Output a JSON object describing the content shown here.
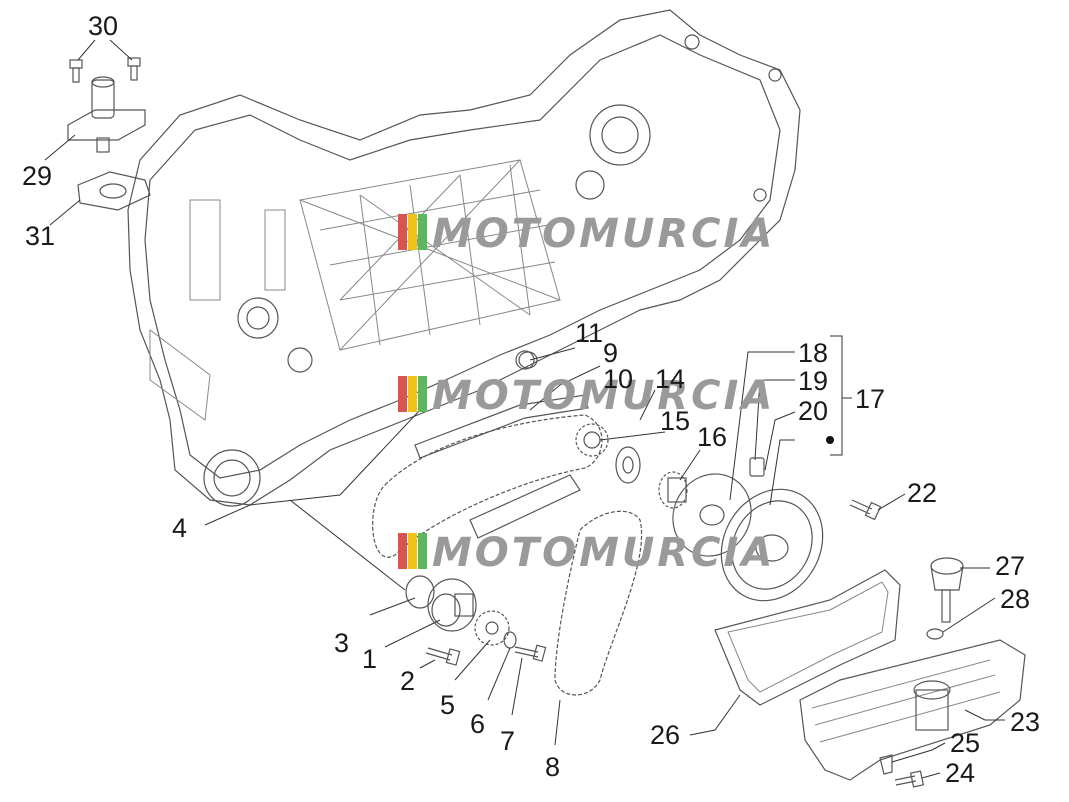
{
  "watermark": {
    "text": "MOTOMURCIA",
    "colors": {
      "stripe1": "#d9534f",
      "stripe2": "#f0c419",
      "stripe3": "#5cb85c",
      "text": "#9a9a9a"
    }
  },
  "callouts": [
    "30",
    "29",
    "31",
    "11",
    "9",
    "10",
    "14",
    "15",
    "16",
    "18",
    "19",
    "20",
    "17",
    "22",
    "4",
    "3",
    "1",
    "2",
    "5",
    "6",
    "7",
    "8",
    "26",
    "27",
    "28",
    "23",
    "25",
    "24"
  ]
}
